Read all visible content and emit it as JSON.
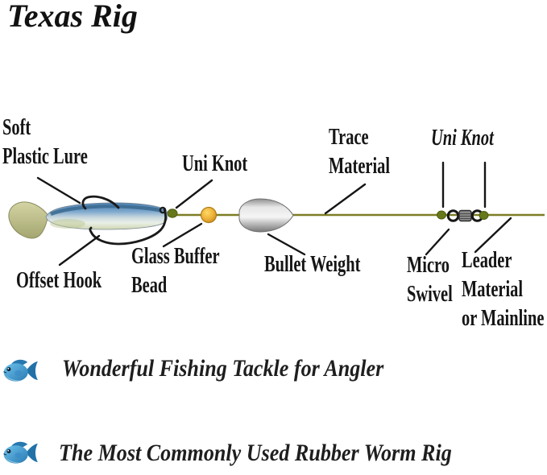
{
  "title": "Texas Rig",
  "diagram": {
    "labels": {
      "soft_lure": [
        "Soft",
        "Plastic Lure"
      ],
      "uni_knot_left": "Uni Knot",
      "trace_material": [
        "Trace",
        "Material"
      ],
      "uni_knot_right": "Uni Knot",
      "offset_hook": "Offset Hook",
      "glass_buffer_bead": [
        "Glass Buffer",
        "Bead"
      ],
      "bullet_weight": "Bullet Weight",
      "micro_swivel": [
        "Micro",
        "Swivel"
      ],
      "leader": [
        "Leader",
        "Material",
        "or Mainline"
      ]
    },
    "components": [
      "soft-plastic-lure",
      "offset-hook",
      "uni-knot",
      "glass-buffer-bead",
      "bullet-weight",
      "trace-material",
      "micro-swivel",
      "uni-knot",
      "leader-material-or-mainline"
    ],
    "colors": {
      "line_olive": "#7d7d26",
      "knot_olive": "#66781a",
      "bead_gold": "#eeb23a",
      "bullet_silver": "#c6c6c6",
      "lure_blue": "#5b8fc0",
      "hook_black": "#1a1a1a",
      "fish_icon_blue": "#2f86c0"
    }
  },
  "captions": [
    {
      "icon": "fish-icon",
      "text": "Wonderful Fishing Tackle for Angler"
    },
    {
      "icon": "fish-icon",
      "text": "The Most Commonly Used Rubber Worm Rig"
    }
  ]
}
